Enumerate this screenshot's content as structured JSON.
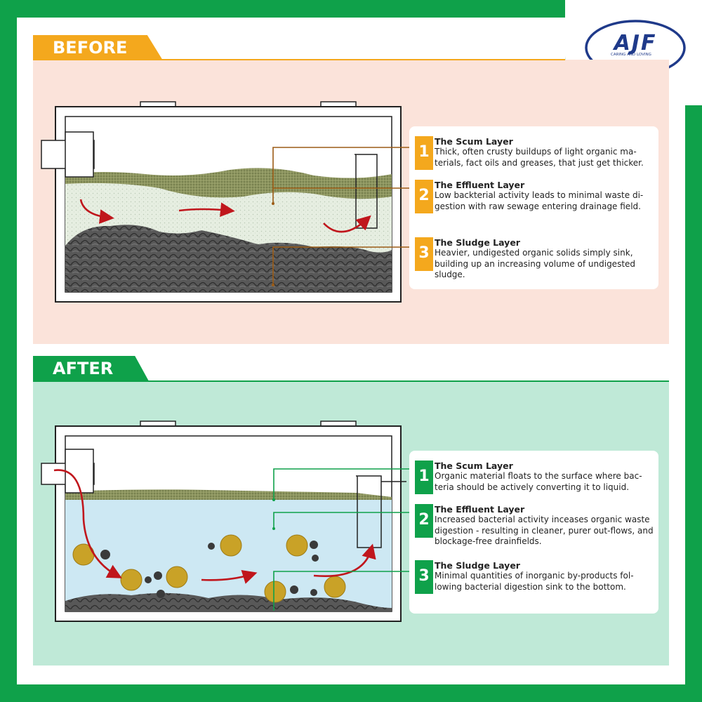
{
  "logo": {
    "mark": "AJF",
    "tagline": "CARING AND LOVING"
  },
  "colors": {
    "green": "#0fa14a",
    "orange": "#f4a81d",
    "brown": "#9c5c16",
    "before_bg": "#fbe3da",
    "after_bg": "#bfe9d7"
  },
  "before": {
    "heading": "BEFORE",
    "items": [
      {
        "num": "1",
        "title": "The Scum Layer",
        "desc": "Thick, often crusty buildups of light organic ma-terials, fact oils and greases, that just get thicker."
      },
      {
        "num": "2",
        "title": "The Effluent Layer",
        "desc": "Low backterial activity leads to minimal waste di-gestion with raw sewage entering drainage field."
      },
      {
        "num": "3",
        "title": "The Sludge Layer",
        "desc": "Heavier, undigested organic solids simply sink, building up an increasing volume of undigested sludge."
      }
    ]
  },
  "after": {
    "heading": "AFTER",
    "items": [
      {
        "num": "1",
        "title": "The Scum Layer",
        "desc": "Organic material floats to the surface where bac-teria should be actively converting it to liquid."
      },
      {
        "num": "2",
        "title": "The Effluent Layer",
        "desc": "Increased bacterial activity inceases organic waste digestion - resulting in cleaner, purer out-flows, and blockage-free drainfields."
      },
      {
        "num": "3",
        "title": "The Sludge Layer",
        "desc": "Minimal quantities of inorganic by-products fol-lowing bacterial digestion sink to the bottom."
      }
    ]
  }
}
